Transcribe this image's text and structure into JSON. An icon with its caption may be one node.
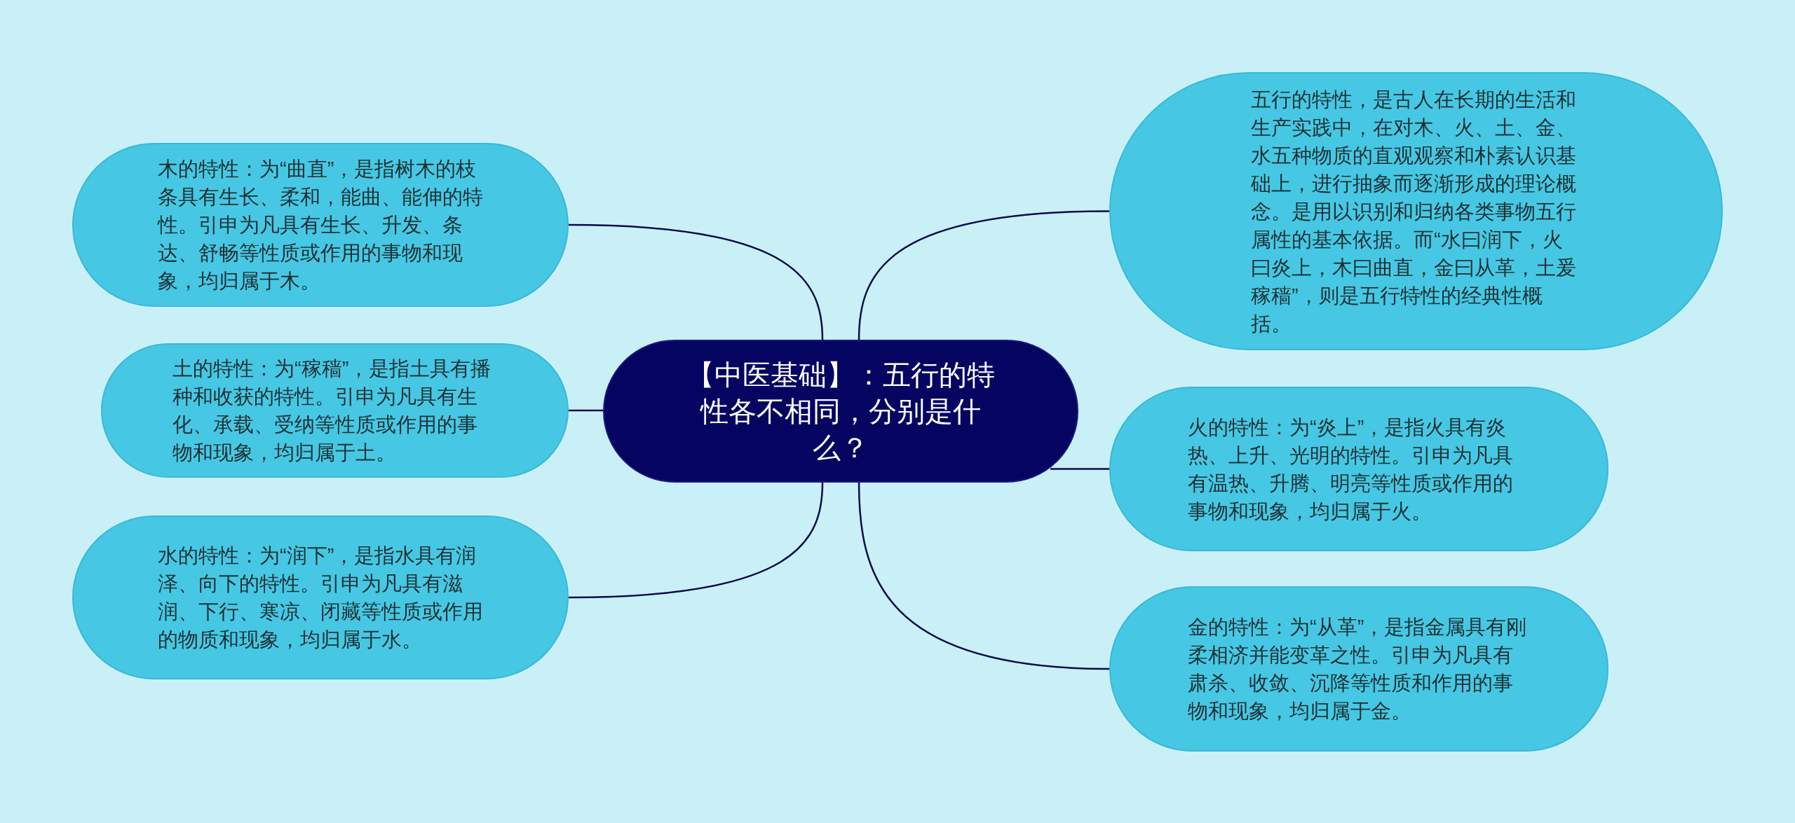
{
  "diagram": {
    "nodes": [
      {
        "text": [
          "【中医基础】：五行的特性各不相同，分别是什么？"
        ]
      },
      {
        "text": [
          "木的特性：为“曲直”，是指树木的枝条具有生长、柔和，能曲、能伸的特性。引申为凡具有生长、升发、条达、舒畅等性质或作用的事物和现象，均归属于木。"
        ]
      },
      {
        "text": [
          "土的特性：为“稼穑”，是指土具有播种和收获的特性。引申为凡具有生化、承载、受纳等性质或作用的事物和现象，均归属于土。"
        ]
      },
      {
        "text": [
          "水的特性：为“润下”，是指水具有润泽、向下的特性。引申为凡具有滋润、下行、寒凉、闭藏等性质或作用的物质和现象，均归属于水。"
        ]
      },
      {
        "text": [
          "五行的特性，是古人在长期的生活和生产实践中，在对木、火、土、金、水五种物质的直观观察和朴素认识基础上，进行抽象而逐渐形成的理论概念。是用以识别和归纳各类事物五行属性的基本依据。而“水曰润下，火曰炎上，木曰曲直，金曰从革，土爰稼穑”，则是五行特性的经典性概括。"
        ]
      },
      {
        "text": [
          "火的特性：为“炎上”，是指火具有炎热、上升、光明的特性。引申为凡具有温热、升腾、明亮等性质或作用的事物和现象，均归属于火。"
        ]
      },
      {
        "text": [
          "金的特性：为“从革”，是指金属具有刚柔相济并能变革之性。引申为凡具有肃杀、收敛、沉降等性质和作用的事物和现象，均归属于金。"
        ]
      }
    ],
    "edges": [
      {
        "from": 0,
        "to": 1,
        "arrow": "none"
      },
      {
        "from": 0,
        "to": 2,
        "arrow": "none"
      },
      {
        "from": 0,
        "to": 3,
        "arrow": "none"
      },
      {
        "from": 0,
        "to": 4,
        "arrow": "none"
      },
      {
        "from": 0,
        "to": 5,
        "arrow": "none"
      },
      {
        "from": 0,
        "to": 6,
        "arrow": "none"
      }
    ]
  }
}
